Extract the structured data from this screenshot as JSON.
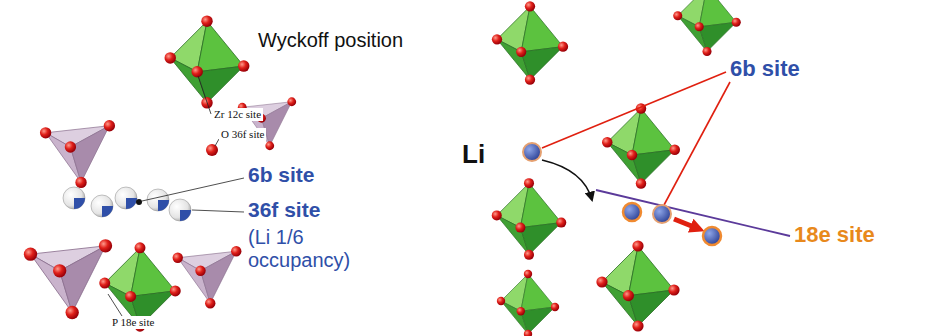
{
  "diagram": {
    "labels": [
      "Wyckoff position",
      "Zr 12c site",
      "O 36f site",
      "6b site",
      "36f site",
      "(Li 1/6 occupancy)",
      "P 18e site",
      "Li",
      "6b site",
      "18e site"
    ]
  }
}
